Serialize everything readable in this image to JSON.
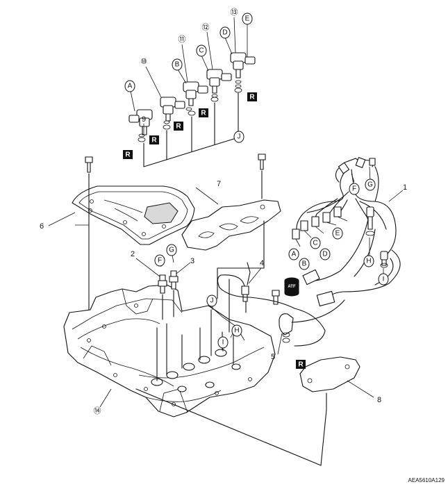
{
  "figure_code": "AEA5610A129",
  "callouts": {
    "A": "A",
    "B": "B",
    "C": "C",
    "D": "D",
    "E": "E",
    "F": "F",
    "G": "G",
    "H": "H",
    "I": "I",
    "J": "J"
  },
  "part_numbers": {
    "n1": "1",
    "n2": "2",
    "n3": "3",
    "n4": "4",
    "n5": "5",
    "n6": "6",
    "n7": "7",
    "n8": "8",
    "n9": "9",
    "n10": "⑩",
    "n11": "⑪",
    "n12": "⑫",
    "n13": "⑬",
    "n14": "⑭"
  },
  "marks": {
    "replace": "R",
    "atf": "ATF"
  }
}
